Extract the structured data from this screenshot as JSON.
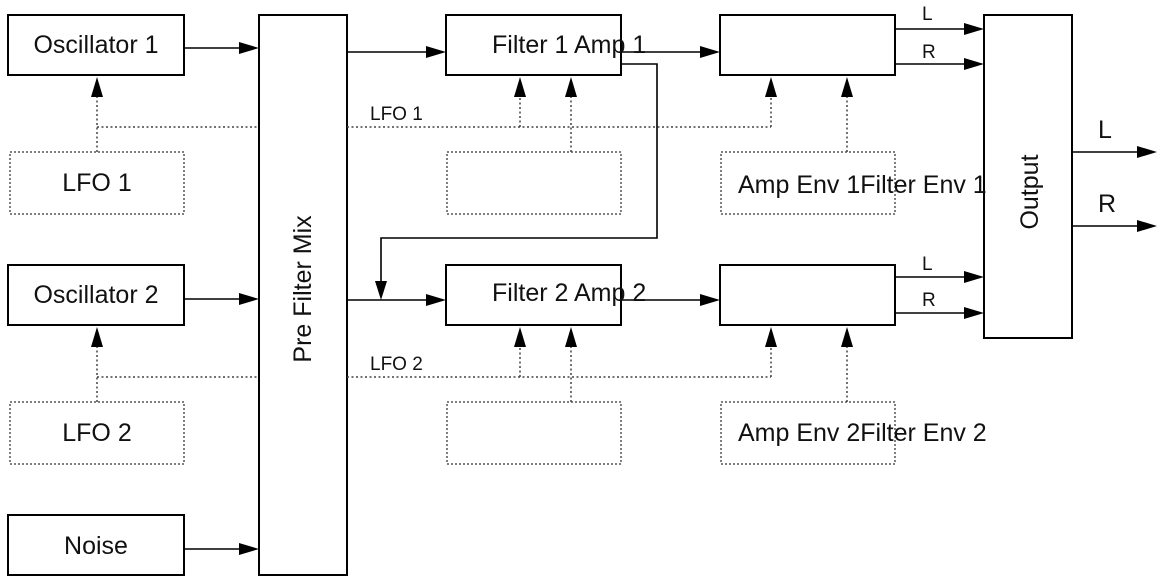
{
  "blocks": {
    "oscillator_1": "Oscillator 1",
    "oscillator_2": "Oscillator 2",
    "lfo_1": "LFO 1",
    "lfo_2": "LFO 2",
    "noise": "Noise",
    "pre_filter_mix": "Pre Filter Mix",
    "filter_1_amp_1": "Filter 1 Amp 1",
    "filter_2_amp_2": "Filter 2 Amp 2",
    "amp_env_1_filter_env_1": "Amp Env 1Filter Env 1",
    "amp_env_2_filter_env_2": "Amp Env 2Filter Env 2",
    "output": "Output"
  },
  "signals": {
    "lfo_1_bus": "LFO 1",
    "lfo_2_bus": "LFO 2",
    "left": "L",
    "right": "R"
  }
}
